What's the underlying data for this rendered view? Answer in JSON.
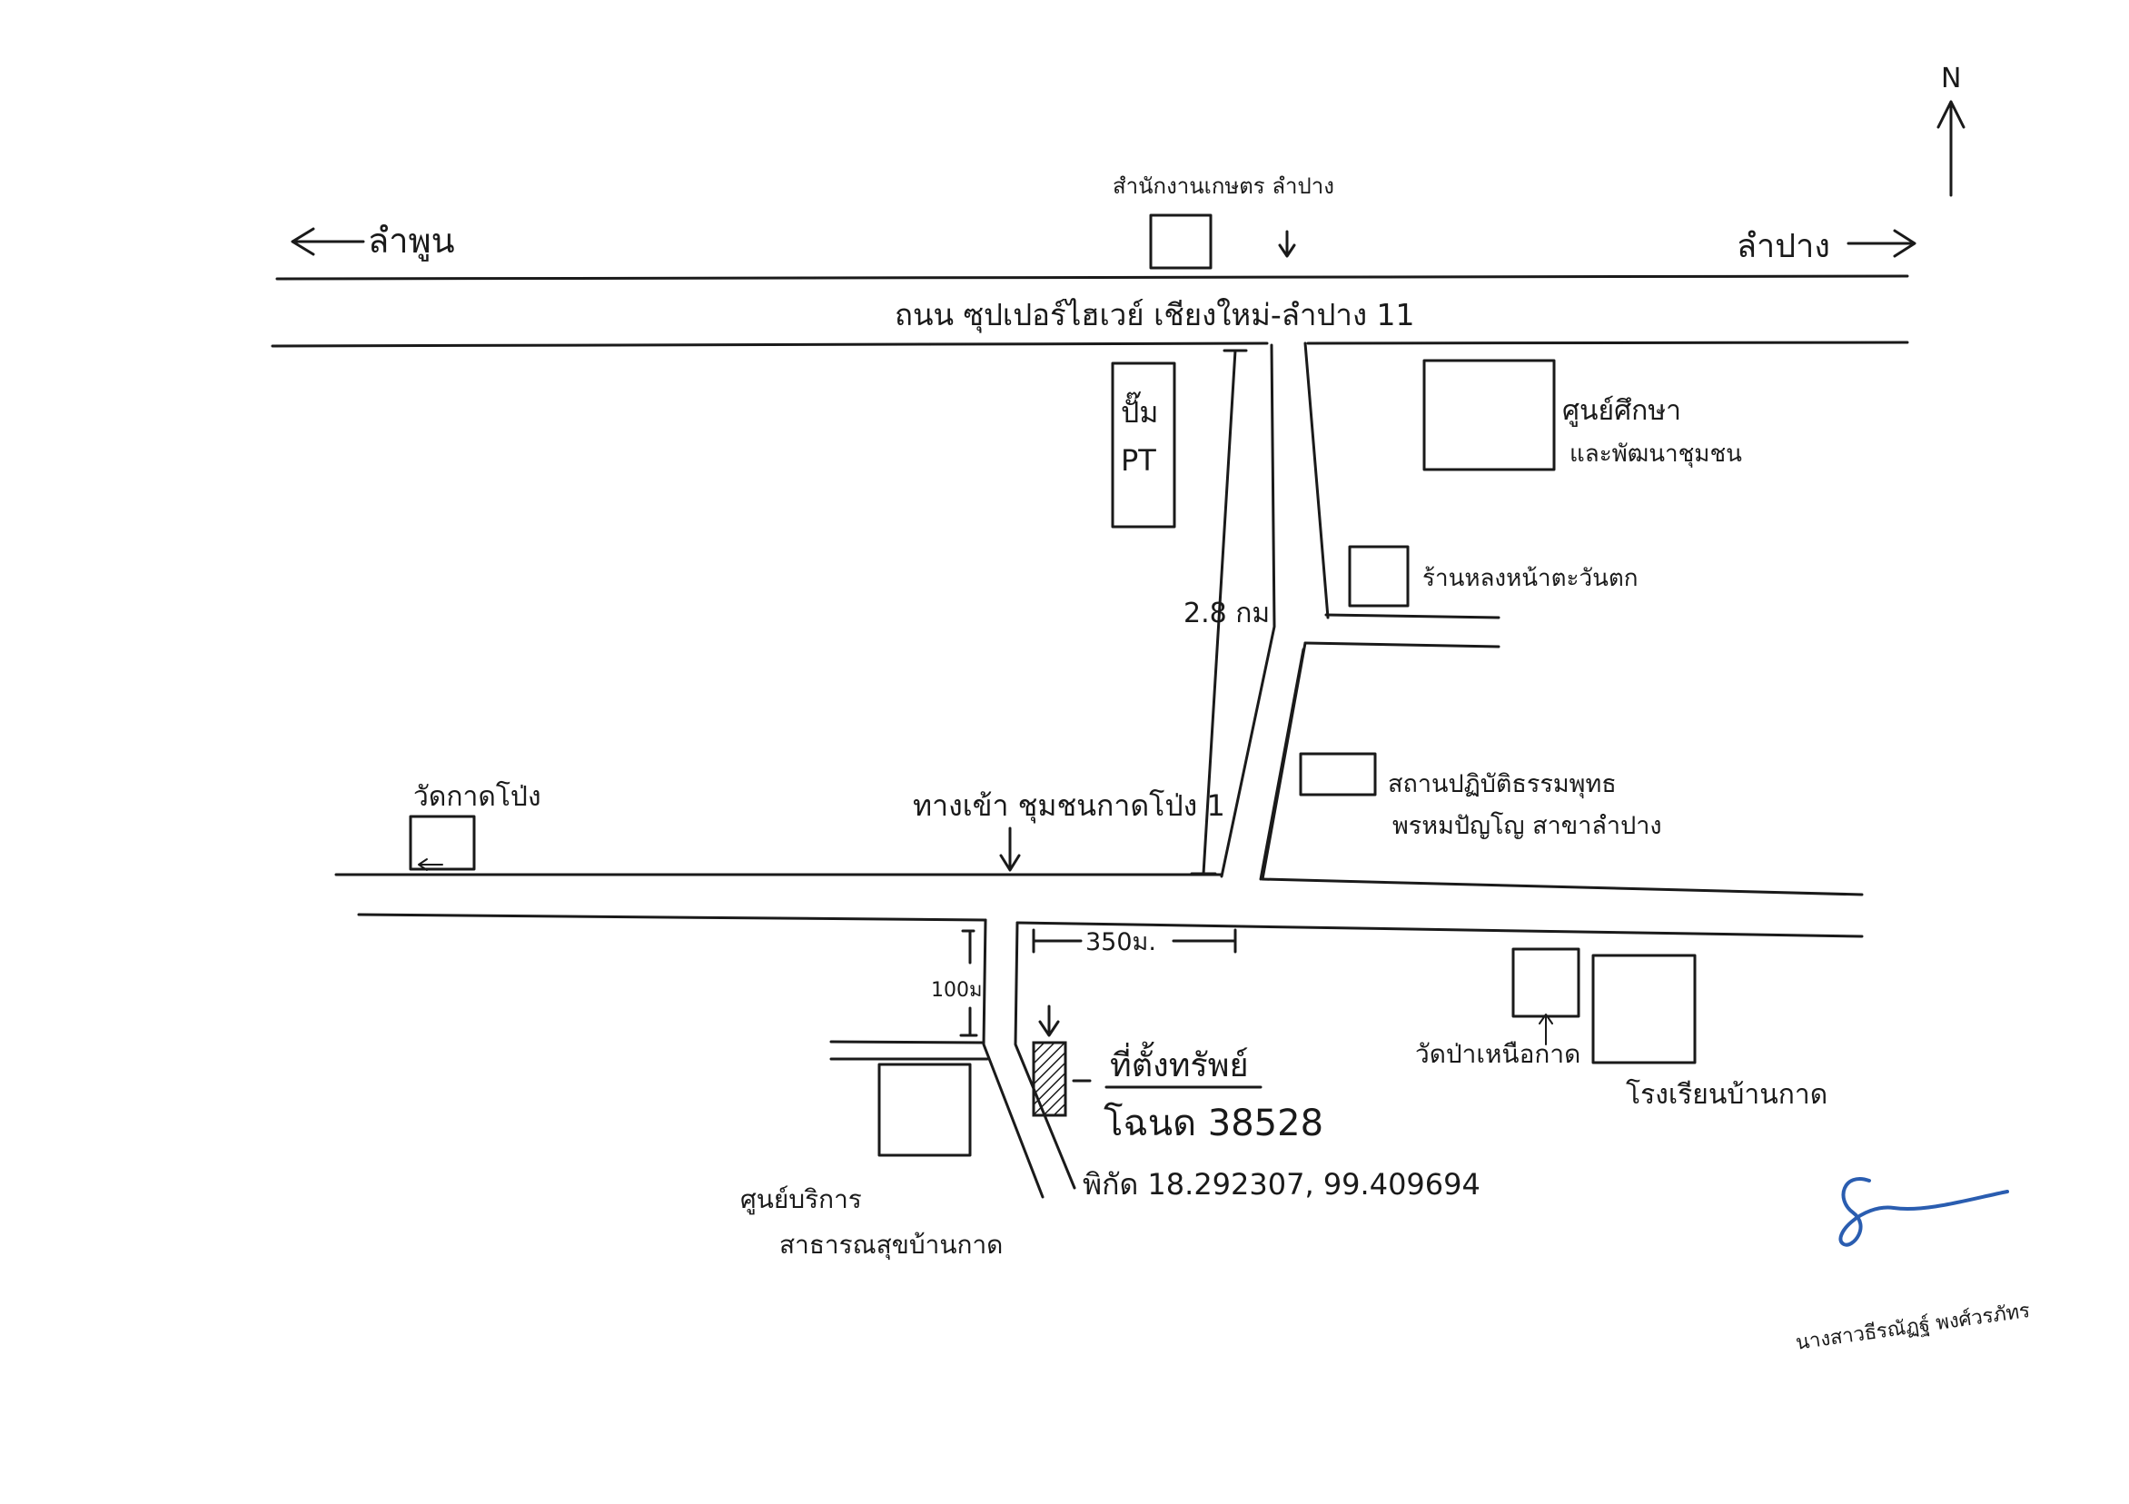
{
  "map": {
    "north_label": "N",
    "highway": {
      "name": "ถนน ซุปเปอร์ไฮเวย์ เชียงใหม่-ลำปาง 11",
      "west_direction": "ลำพูน",
      "east_direction": "ลำปาง"
    },
    "junction": {
      "label": "ทางเข้า ชุมชนกาดโป่ง 1"
    },
    "distances": {
      "north_south_road": "2.8 กม",
      "east_road": "350ม.",
      "south_road": "100ม"
    },
    "landmarks": {
      "agri_office": "สำนักงานเกษตร ลำปาง",
      "pt_station": {
        "line1": "ปั๊ม",
        "line2": "PT"
      },
      "community_center": {
        "line1": "ศูนย์ศึกษา",
        "line2": "และพัฒนาชุมชน"
      },
      "restaurant": "ร้านหลงหน้าตะวันตก",
      "meditation_center": {
        "line1": "สถานปฏิบัติธรรมพุทธ",
        "line2": "พรหมปัญโญ สาขาลำปาง"
      },
      "west_temple": "วัดกาดโป่ง",
      "east_temple": "วัดป่าเหนือกาด",
      "school": "โรงเรียนบ้านกาด",
      "health_center": {
        "line1": "ศูนย์บริการ",
        "line2": "สาธารณสุขบ้านกาด"
      }
    },
    "target": {
      "title": "ที่ตั้งทรัพย์",
      "deed": "โฉนด 38528",
      "coordinates": "พิกัด 18.292307, 99.409694"
    }
  },
  "signature": {
    "name": "นางสาวธีรณัฏฐ์ พงศ์วรภัทร",
    "ink_color": "#2a5db0"
  },
  "colors": {
    "ink": "#1a1a1a",
    "paper": "#ffffff",
    "signature": "#2a5db0"
  }
}
